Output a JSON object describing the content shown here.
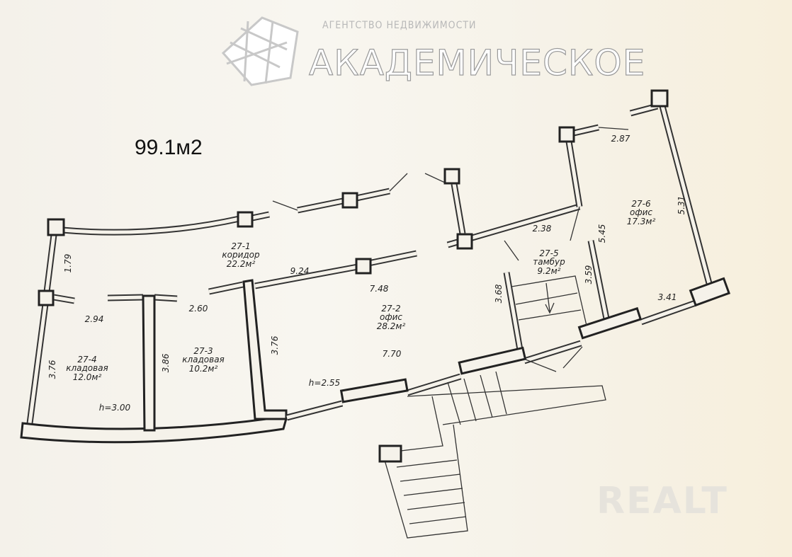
{
  "logo": {
    "subtitle": "АГЕНТСТВО НЕДВИЖИМОСТИ",
    "name": "АКАДЕМИЧЕСКОЕ"
  },
  "total_area": "99.1м2",
  "rooms": [
    {
      "id": "27-1",
      "name": "коридор",
      "area": "22.2м²"
    },
    {
      "id": "27-2",
      "name": "офис",
      "area": "28.2м²"
    },
    {
      "id": "27-3",
      "name": "кладовая",
      "area": "10.2м²"
    },
    {
      "id": "27-4",
      "name": "кладовая",
      "area": "12.0м²"
    },
    {
      "id": "27-5",
      "name": "тамбур",
      "area": "9.2м²"
    },
    {
      "id": "27-6",
      "name": "офис",
      "area": "17.3м²"
    }
  ],
  "dimensions": {
    "d179": "1.79",
    "d294": "2.94",
    "d376a": "3.76",
    "d386": "3.86",
    "d260": "2.60",
    "d376b": "3.76",
    "d924": "9.24",
    "d748": "7.48",
    "d770": "7.70",
    "d368": "3.68",
    "d238": "2.38",
    "d545": "5.45",
    "d359": "3.59",
    "d287": "2.87",
    "d531": "5.31",
    "d341": "3.41"
  },
  "heights": {
    "h1": "h=3.00",
    "h2": "h=2.55"
  },
  "watermark": "REALT"
}
